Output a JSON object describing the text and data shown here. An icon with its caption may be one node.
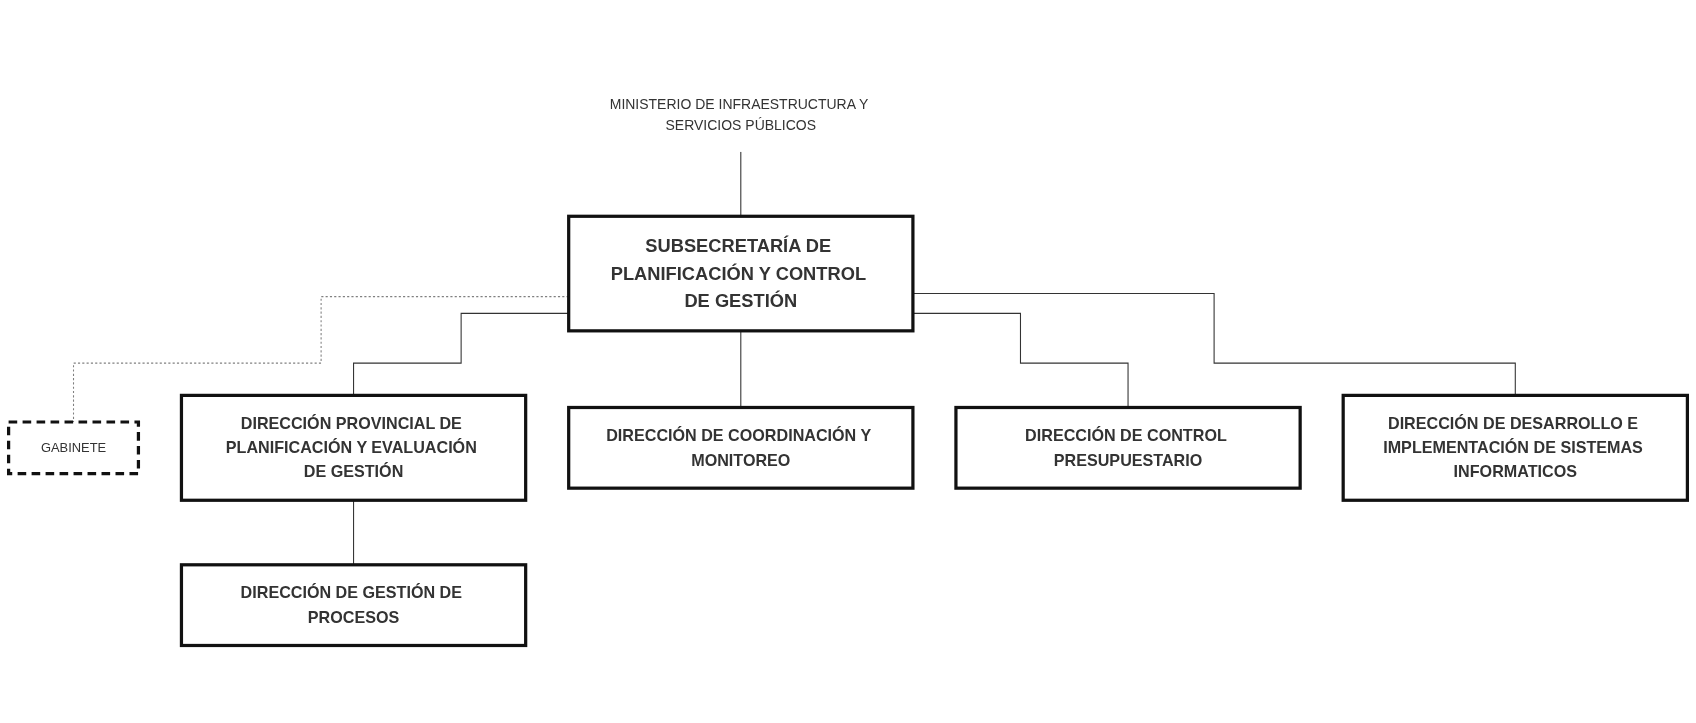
{
  "diagram": {
    "nodes": [
      {
        "text": [
          "MINISTERIO DE INFRAESTRUCTURA Y SERVICIOS PÚBLICOS"
        ]
      },
      {
        "text": [
          "SUBSECRETARÍA DE PLANIFICACIÓN Y CONTROL DE GESTIÓN"
        ]
      },
      {
        "text": [
          "GABINETE"
        ]
      },
      {
        "text": [
          "DIRECCIÓN PROVINCIAL DE PLANIFICACIÓN Y EVALUACIÓN DE GESTIÓN"
        ]
      },
      {
        "text": [
          "DIRECCIÓN DE GESTIÓN DE PROCESOS"
        ]
      },
      {
        "text": [
          "DIRECCIÓN DE COORDINACIÓN Y MONITOREO"
        ]
      },
      {
        "text": [
          "DIRECCIÓN DE CONTROL PRESUPUESTARIO"
        ]
      },
      {
        "text": [
          "DIRECCIÓN DE DESARROLLO E IMPLEMENTACIÓN DE SISTEMAS INFORMATICOS"
        ]
      }
    ],
    "edges": [
      {
        "from": 0,
        "to": 1,
        "arrow": "none"
      },
      {
        "from": 1,
        "to": 2,
        "arrow": "none",
        "style": "dashed",
        "color": "#808080"
      },
      {
        "from": 1,
        "to": 3,
        "arrow": "none"
      },
      {
        "from": 1,
        "to": 5,
        "arrow": "none"
      },
      {
        "from": 1,
        "to": 6,
        "arrow": "none"
      },
      {
        "from": 1,
        "to": 7,
        "arrow": "none"
      },
      {
        "from": 3,
        "to": 4,
        "arrow": "none"
      }
    ]
  }
}
